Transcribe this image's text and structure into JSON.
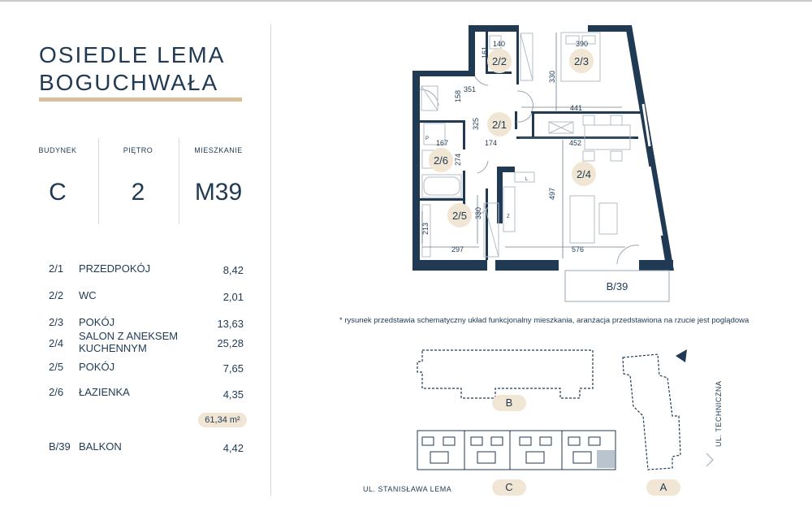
{
  "header": {
    "title_line1": "OSIEDLE LEMA",
    "title_line2": "BOGUCHWAŁA"
  },
  "meta": {
    "building_label": "BUDYNEK",
    "building_value": "C",
    "floor_label": "PIĘTRO",
    "floor_value": "2",
    "apartment_label": "MIESZKANIE",
    "apartment_value": "M39"
  },
  "rooms": [
    {
      "code": "2/1",
      "name": "PRZEDPOKÓJ",
      "area": "8,42"
    },
    {
      "code": "2/2",
      "name": "WC",
      "area": "2,01"
    },
    {
      "code": "2/3",
      "name": "POKÓJ",
      "area": "13,63"
    },
    {
      "code": "2/4",
      "name": "SALON Z ANEKSEM KUCHENNYM",
      "area": "25,28"
    },
    {
      "code": "2/5",
      "name": "POKÓJ",
      "area": "7,65"
    },
    {
      "code": "2/6",
      "name": "ŁAZIENKA",
      "area": "4,35"
    }
  ],
  "total_area": "61,34 m²",
  "balcony": {
    "code": "B/39",
    "name": "BALKON",
    "area": "4,42"
  },
  "plan": {
    "room_labels": [
      "2/1",
      "2/2",
      "2/3",
      "2/4",
      "2/5",
      "2/6"
    ],
    "balcony_label": "B/39",
    "dimensions": {
      "d140": "140",
      "d161": "161",
      "d390": "390",
      "d330a": "330",
      "d441": "441",
      "d351": "351",
      "d158": "158",
      "d325": "325",
      "d167": "167",
      "d174": "174",
      "d452": "452",
      "d274": "274",
      "d497": "497",
      "d330b": "330",
      "d213": "213",
      "d297": "297",
      "d576": "576"
    },
    "fixture_marks": {
      "p": "P",
      "l": "L",
      "z": "Z"
    }
  },
  "footnote": "* rysunek przedstawia schematyczny układ funkcjonalny mieszkania, aranżacja przedstawiona na rzucie jest poglądowa",
  "site": {
    "building_b": "B",
    "building_c": "C",
    "building_a": "A",
    "street_lema": "UL. STANISŁAWA LEMA",
    "street_tech": "UL. TECHNICZNA"
  },
  "colors": {
    "navy": "#1f3a52",
    "gold": "#d8bf9a",
    "badge": "#f1e5d3",
    "highlight": "#b9c4cf"
  }
}
